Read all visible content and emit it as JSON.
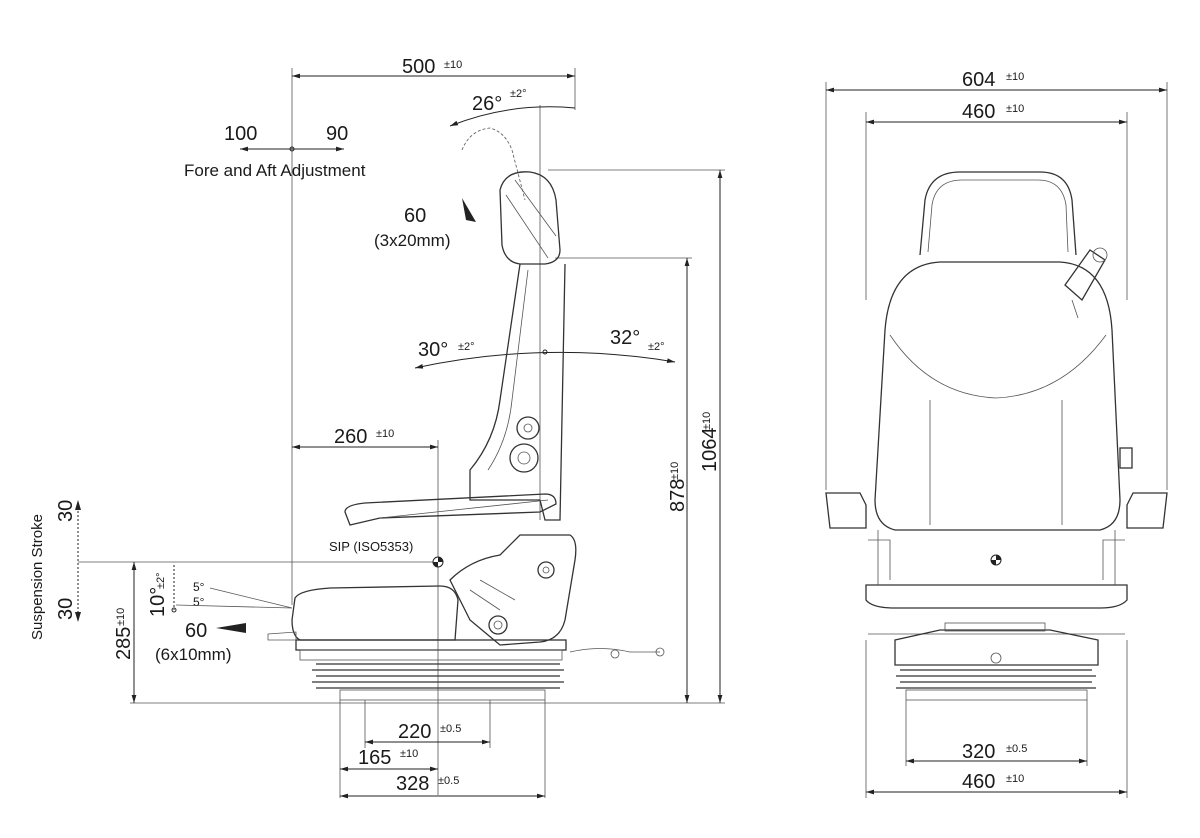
{
  "side_view": {
    "depth": {
      "value": "500",
      "tol": "±10"
    },
    "backrest_angle": {
      "value": "26°",
      "tol": "±2°"
    },
    "fore_aft": {
      "forward": "100",
      "back": "90",
      "label": "Fore and Aft Adjustment"
    },
    "backrest_adjust": {
      "value": "60",
      "detail": "(3x20mm)"
    },
    "swivel_left": {
      "value": "30°",
      "tol": "±2°"
    },
    "swivel_right": {
      "value": "32°",
      "tol": "±2°"
    },
    "sip_depth": {
      "value": "260",
      "tol": "±10"
    },
    "sip_label": "SIP (ISO5353)",
    "total_height": {
      "value": "1064",
      "tol": "±10"
    },
    "back_height": {
      "value": "878",
      "tol": "±10"
    },
    "suspension": {
      "label": "Suspension Stroke",
      "up": "30",
      "down": "30"
    },
    "cushion_tilt": {
      "value": "10°",
      "tol": "±2°",
      "up": "5°",
      "down": "5°"
    },
    "cushion_adjust": {
      "value": "60",
      "detail": "(6x10mm)"
    },
    "sip_height": {
      "value": "285",
      "tol": "±10"
    },
    "base_220": {
      "value": "220",
      "tol": "±0.5"
    },
    "base_165": {
      "value": "165",
      "tol": "±10"
    },
    "base_328": {
      "value": "328",
      "tol": "±0.5"
    }
  },
  "front_view": {
    "overall_width": {
      "value": "604",
      "tol": "±10"
    },
    "back_width": {
      "value": "460",
      "tol": "±10"
    },
    "base_320": {
      "value": "320",
      "tol": "±0.5"
    },
    "base_460": {
      "value": "460",
      "tol": "±10"
    }
  }
}
